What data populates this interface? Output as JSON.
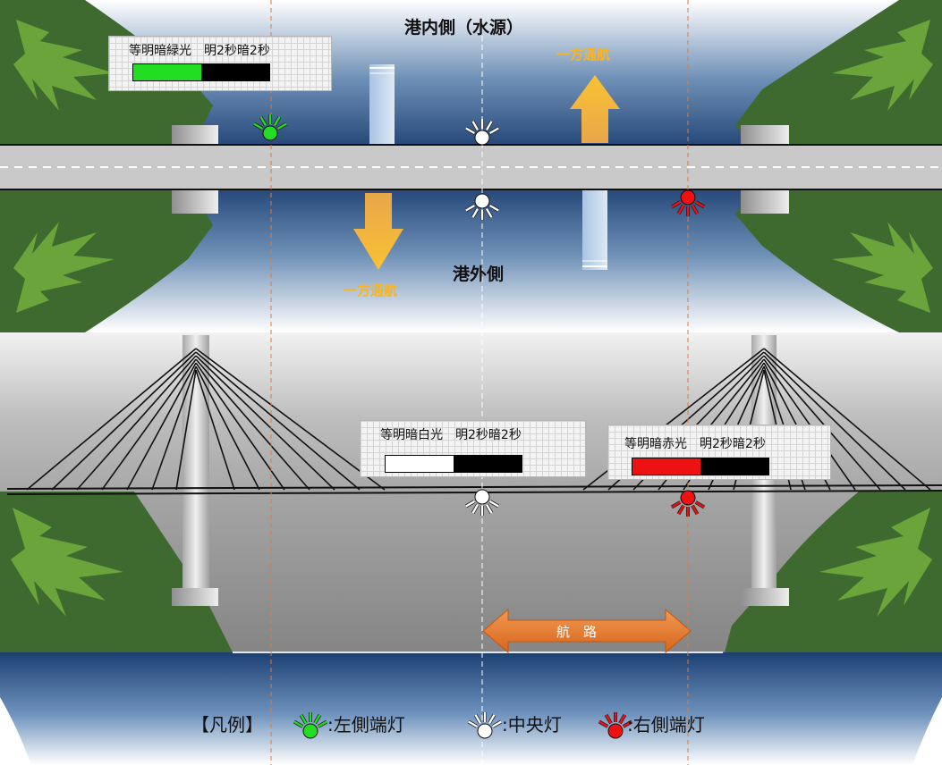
{
  "plan": {
    "inner_label": "港内側（水源）",
    "outer_label": "港外側",
    "oneway_up": "一方通航",
    "oneway_down": "一方通航"
  },
  "lights": {
    "green": {
      "label": "等明暗緑光　明2秒暗2秒",
      "color": "#22dd22",
      "duty": 0.5
    },
    "white": {
      "label": "等明暗白光　明2秒暗2秒",
      "color": "#ffffff",
      "duty": 0.5
    },
    "red": {
      "label": "等明暗赤光　明2秒暗2秒",
      "color": "#ee1111",
      "duty": 0.5
    }
  },
  "channel": {
    "label": "航　路"
  },
  "legend": {
    "title": "【凡例】",
    "left": ":左側端灯",
    "center": ":中央灯",
    "right": ":右側端灯"
  },
  "colors": {
    "green": "#22dd22",
    "red": "#ee1111",
    "oneway": "#f6b521",
    "channel": "#ec7c30",
    "guide": "#ec7c30"
  }
}
